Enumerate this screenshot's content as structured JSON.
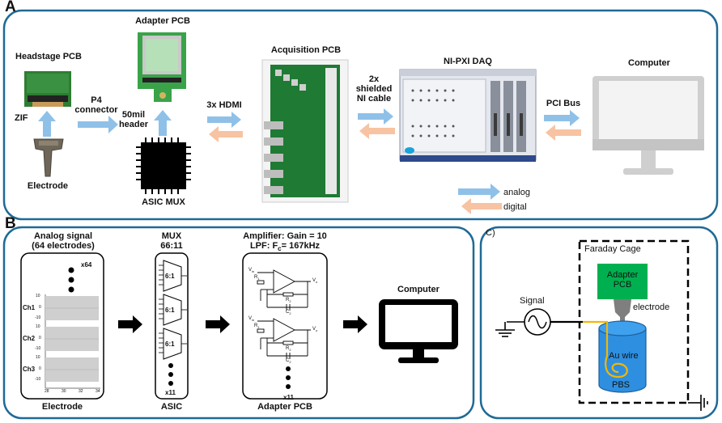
{
  "panels": {
    "a": {
      "letter": "A"
    },
    "b": {
      "letter": "B"
    },
    "c": {
      "letter": "C)"
    }
  },
  "panel_a": {
    "headstage": "Headstage PCB",
    "zif": "ZIF",
    "electrode": "Electrode",
    "p4": [
      "P4",
      "connector"
    ],
    "adapter": "Adapter PCB",
    "header": [
      "50mil",
      "header"
    ],
    "asic_mux": "ASIC MUX",
    "hdmi": "3x HDMI",
    "acquisition": "Acquisition PCB",
    "shielded": [
      "2x",
      "shielded",
      "NI cable"
    ],
    "daq": "NI-PXI DAQ",
    "pci": "PCI Bus",
    "computer": "Computer",
    "legend": {
      "analog": "analog",
      "digital": "digital"
    }
  },
  "panel_b": {
    "analog_title": [
      "Analog signal",
      "(64 electrodes)"
    ],
    "x64": "x64",
    "channels": [
      "Ch1",
      "Ch2",
      "Ch3"
    ],
    "yticks": [
      "10",
      "0",
      "-10"
    ],
    "xticks": [
      "28",
      "30",
      "32",
      "34"
    ],
    "electrode": "Electrode",
    "mux_title": [
      "MUX",
      "66:11"
    ],
    "mux_block": "6:1",
    "x11": "x11",
    "asic": "ASIC",
    "amp_title": [
      "Amplifier: Gain = 10",
      "LPF: F"
    ],
    "amp_sub": "c",
    "amp_value": "= 167kHz",
    "vin": "V",
    "vin_sub": "in",
    "vo": "V",
    "vo_sub": "o",
    "r1": "R",
    "r1_sub": "1",
    "r2": "R",
    "r2_sub": "2",
    "c2": "C",
    "c2_sub": "2",
    "adapter": "Adapter PCB",
    "computer": "Computer"
  },
  "panel_c": {
    "faraday": "Faraday Cage",
    "adapter": [
      "Adapter",
      "PCB"
    ],
    "electrode": "electrode",
    "signal": "Signal",
    "au_wire": "Au wire",
    "pbs": "PBS"
  },
  "colors": {
    "frame": "#1f6a96",
    "analog": "#8fc1e8",
    "digital": "#f7c3a2",
    "pcb_green": "#2e8b3c",
    "adapter_green": "#00b050",
    "liquid": "#2e8fe0",
    "gold": "#f2b705"
  }
}
